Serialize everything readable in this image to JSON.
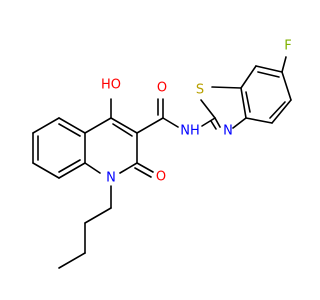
{
  "molecule": {
    "atom_labels": {
      "hydroxyl": "HO",
      "amide_oxygen": "O",
      "amide_nitrogen": "NH",
      "thiazole_sulfur": "S",
      "thiazole_nitrogen": "N",
      "fluorine": "F",
      "ring_nitrogen": "N",
      "lactam_oxygen": "O"
    },
    "colors": {
      "carbon_bond": "#000000",
      "oxygen": "#ff0000",
      "nitrogen": "#0000ff",
      "sulfur": "#b8a000",
      "fluorine": "#7fb200",
      "background": "#ffffff"
    }
  }
}
